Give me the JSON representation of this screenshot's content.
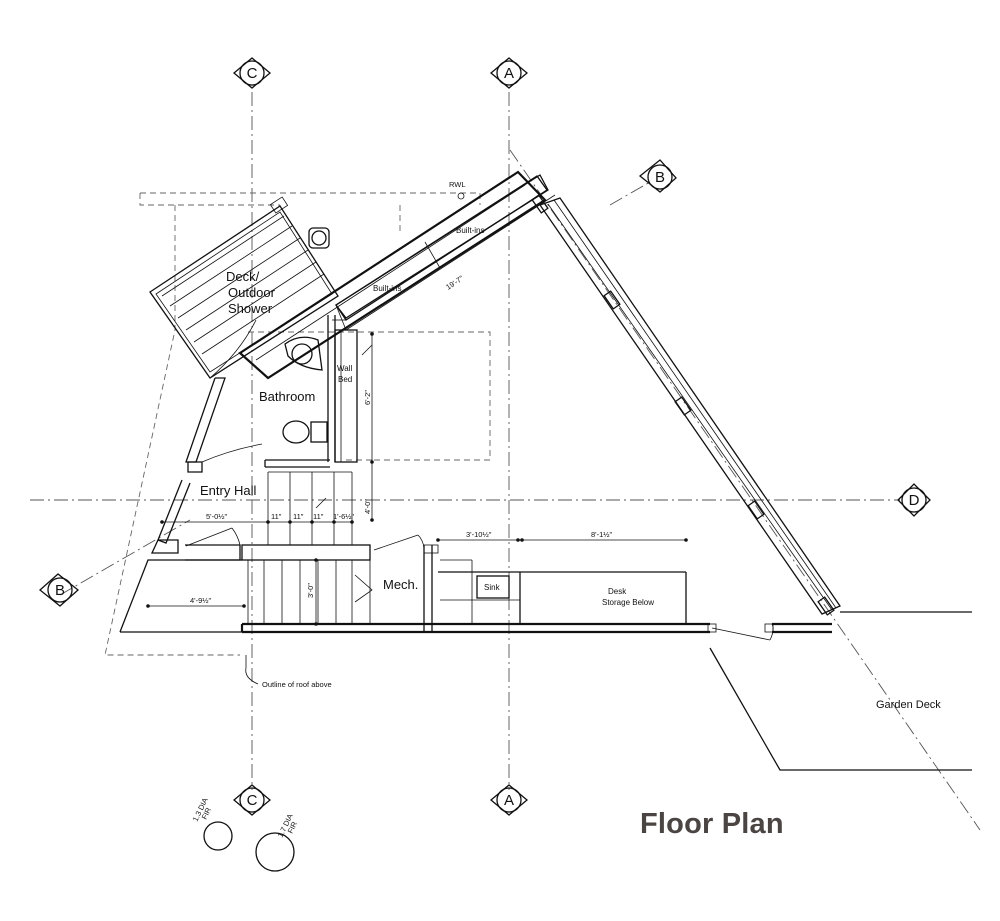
{
  "title": "Floor Plan",
  "grid_labels": {
    "c_top": "C",
    "a_top": "A",
    "b_right": "B",
    "d_right": "D",
    "b_left": "B",
    "c_bottom": "C",
    "a_bottom": "A"
  },
  "rooms": {
    "deck_shower": [
      "Deck/",
      "Outdoor",
      "Shower"
    ],
    "bathroom": "Bathroom",
    "entry_hall": "Entry Hall",
    "mech": "Mech.",
    "wall_bed": [
      "Wall",
      "Bed"
    ],
    "builtins_upper": "Built-ins",
    "builtins_lower": "Built-ins",
    "sink": "Sink",
    "desk": [
      "Desk",
      "Storage Below"
    ],
    "garden_deck": "Garden Deck"
  },
  "annotations": {
    "rwl": "RWL",
    "roof_outline": "Outline of roof above",
    "tree_1": [
      "1.3 DIA",
      "FIR"
    ],
    "tree_2": [
      "1.7 DIA",
      "FIR"
    ]
  },
  "dimensions": {
    "d_19_7": "19'-7\"",
    "d_6_2": "6'-2\"",
    "d_4_0": "4'-0\"",
    "d_5_0": "5'-0½\"",
    "d_11a": "11\"",
    "d_11b": "11\"",
    "d_11c": "11\"",
    "d_1_6": "1'-6½\"",
    "d_3_10": "3'-10½\"",
    "d_8_1": "8'-1½\"",
    "d_4_9": "4'-9½\"",
    "d_3_0": "3'-0\""
  }
}
